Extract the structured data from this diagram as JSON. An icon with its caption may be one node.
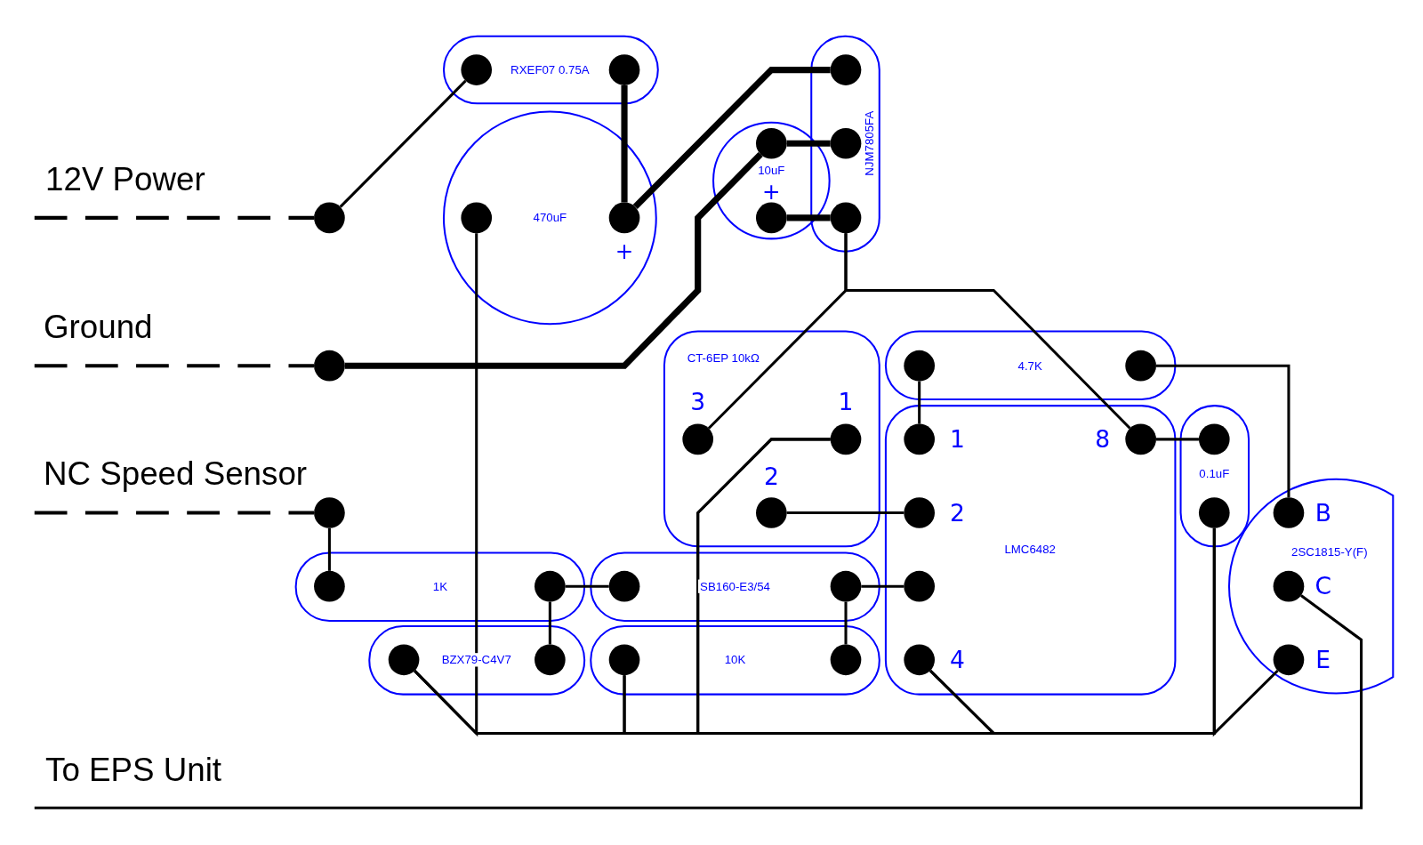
{
  "diagram": {
    "nodes": [
      {
        "text": [
          "RXEF07 0.75A"
        ]
      },
      {
        "text": [],
        "shape": "circle",
        "in": 0
      },
      {
        "text": [],
        "shape": "circle",
        "in": 0
      },
      {
        "text": [
          "NJM7805FA"
        ]
      },
      {
        "text": [],
        "shape": "circle",
        "in": 3
      },
      {
        "text": [],
        "shape": "circle",
        "in": 3
      },
      {
        "text": [],
        "shape": "circle",
        "in": 3
      },
      {
        "text": [
          "470uF",
          "+"
        ]
      },
      {
        "text": [],
        "shape": "circle",
        "in": 7
      },
      {
        "text": [],
        "shape": "circle",
        "in": 7
      },
      {
        "text": [
          "10uF",
          "+"
        ]
      },
      {
        "text": [],
        "shape": "circle",
        "in": 10
      },
      {
        "text": [],
        "shape": "circle",
        "in": 10
      },
      {
        "text": [],
        "shape": "circle"
      },
      {
        "text": [],
        "shape": "circle"
      },
      {
        "text": [
          "CT-6EP 10kΩ",
          "3",
          "1",
          "2"
        ]
      },
      {
        "text": [],
        "shape": "circle",
        "in": 15
      },
      {
        "text": [],
        "shape": "circle",
        "in": 15
      },
      {
        "text": [],
        "shape": "circle",
        "in": 15
      },
      {
        "text": [
          "4.7K"
        ]
      },
      {
        "text": [],
        "shape": "circle",
        "in": 19
      },
      {
        "text": [],
        "shape": "circle",
        "in": 19
      },
      {
        "text": [
          "LMC6482",
          "1",
          "8",
          "2",
          "4"
        ]
      },
      {
        "text": [],
        "shape": "circle",
        "in": 22
      },
      {
        "text": [],
        "shape": "circle",
        "in": 22
      },
      {
        "text": [],
        "shape": "circle",
        "in": 22
      },
      {
        "text": [],
        "shape": "circle",
        "in": 22
      },
      {
        "text": [],
        "shape": "circle",
        "in": 22
      },
      {
        "text": [
          "0.1uF"
        ]
      },
      {
        "text": [],
        "shape": "circle",
        "in": 28
      },
      {
        "text": [],
        "shape": "circle",
        "in": 28
      },
      {
        "text": [
          "B",
          "2SC1815-Y(F)",
          "C",
          "E"
        ]
      },
      {
        "text": [],
        "shape": "circle",
        "in": 31
      },
      {
        "text": [],
        "shape": "circle",
        "in": 31
      },
      {
        "text": [],
        "shape": "circle",
        "in": 31
      },
      {
        "text": [],
        "shape": "circle"
      },
      {
        "text": [
          "1K"
        ]
      },
      {
        "text": [],
        "shape": "circle",
        "in": 36
      },
      {
        "text": [],
        "shape": "circle",
        "in": 36
      },
      {
        "text": [
          "SB160-E3/54"
        ]
      },
      {
        "text": [],
        "shape": "circle",
        "in": 39
      },
      {
        "text": [],
        "shape": "circle",
        "in": 39
      },
      {
        "text": [
          "BZX79-C4V7"
        ]
      },
      {
        "text": [],
        "shape": "circle",
        "in": 42
      },
      {
        "text": [],
        "shape": "circle",
        "in": 42
      },
      {
        "text": [
          "10K"
        ]
      },
      {
        "text": [],
        "shape": "circle",
        "in": 45
      },
      {
        "text": [],
        "shape": "circle",
        "in": 45
      }
    ],
    "edges": [
      {
        "from": null,
        "to": 13,
        "arrow": "none",
        "style": "dashed"
      },
      {
        "from": 13,
        "to": 1,
        "arrow": "none"
      },
      {
        "from": 2,
        "to": 9,
        "arrow": "none",
        "style": "thick"
      },
      {
        "from": 9,
        "to": 4,
        "arrow": "none",
        "style": "thick"
      },
      {
        "from": null,
        "to": 14,
        "arrow": "none",
        "style": "dashed"
      },
      {
        "from": 14,
        "to": 11,
        "arrow": "none",
        "style": "thick"
      },
      {
        "from": 11,
        "to": 5,
        "arrow": "none",
        "style": "thick"
      },
      {
        "from": 12,
        "to": 6,
        "arrow": "none",
        "style": "thick"
      },
      {
        "from": 6,
        "to": 16,
        "arrow": "none"
      },
      {
        "from": 6,
        "to": 24,
        "arrow": "none"
      },
      {
        "from": 20,
        "to": 23,
        "arrow": "none"
      },
      {
        "from": 21,
        "to": 32,
        "arrow": "none"
      },
      {
        "from": 24,
        "to": 29,
        "arrow": "none"
      },
      {
        "from": 18,
        "to": 25,
        "arrow": "none"
      },
      {
        "from": null,
        "to": 35,
        "arrow": "none",
        "style": "dashed"
      },
      {
        "from": 35,
        "to": 37,
        "arrow": "none"
      },
      {
        "from": 38,
        "to": 40,
        "arrow": "none"
      },
      {
        "from": 38,
        "to": 44,
        "arrow": "none"
      },
      {
        "from": 41,
        "to": 26,
        "arrow": "none"
      },
      {
        "from": 41,
        "to": 47,
        "arrow": "none"
      },
      {
        "from": 8,
        "to": 43,
        "arrow": "none"
      },
      {
        "from": 43,
        "to": 46,
        "arrow": "none"
      },
      {
        "from": 46,
        "to": 17,
        "arrow": "none"
      },
      {
        "from": 17,
        "to": 27,
        "arrow": "none"
      },
      {
        "from": 27,
        "to": 30,
        "arrow": "none"
      },
      {
        "from": 30,
        "to": 34,
        "arrow": "none"
      },
      {
        "from": 33,
        "to": null,
        "arrow": "none"
      }
    ],
    "labels": [
      "12V Power",
      "Ground",
      "NC Speed Sensor",
      "To EPS Unit"
    ]
  }
}
